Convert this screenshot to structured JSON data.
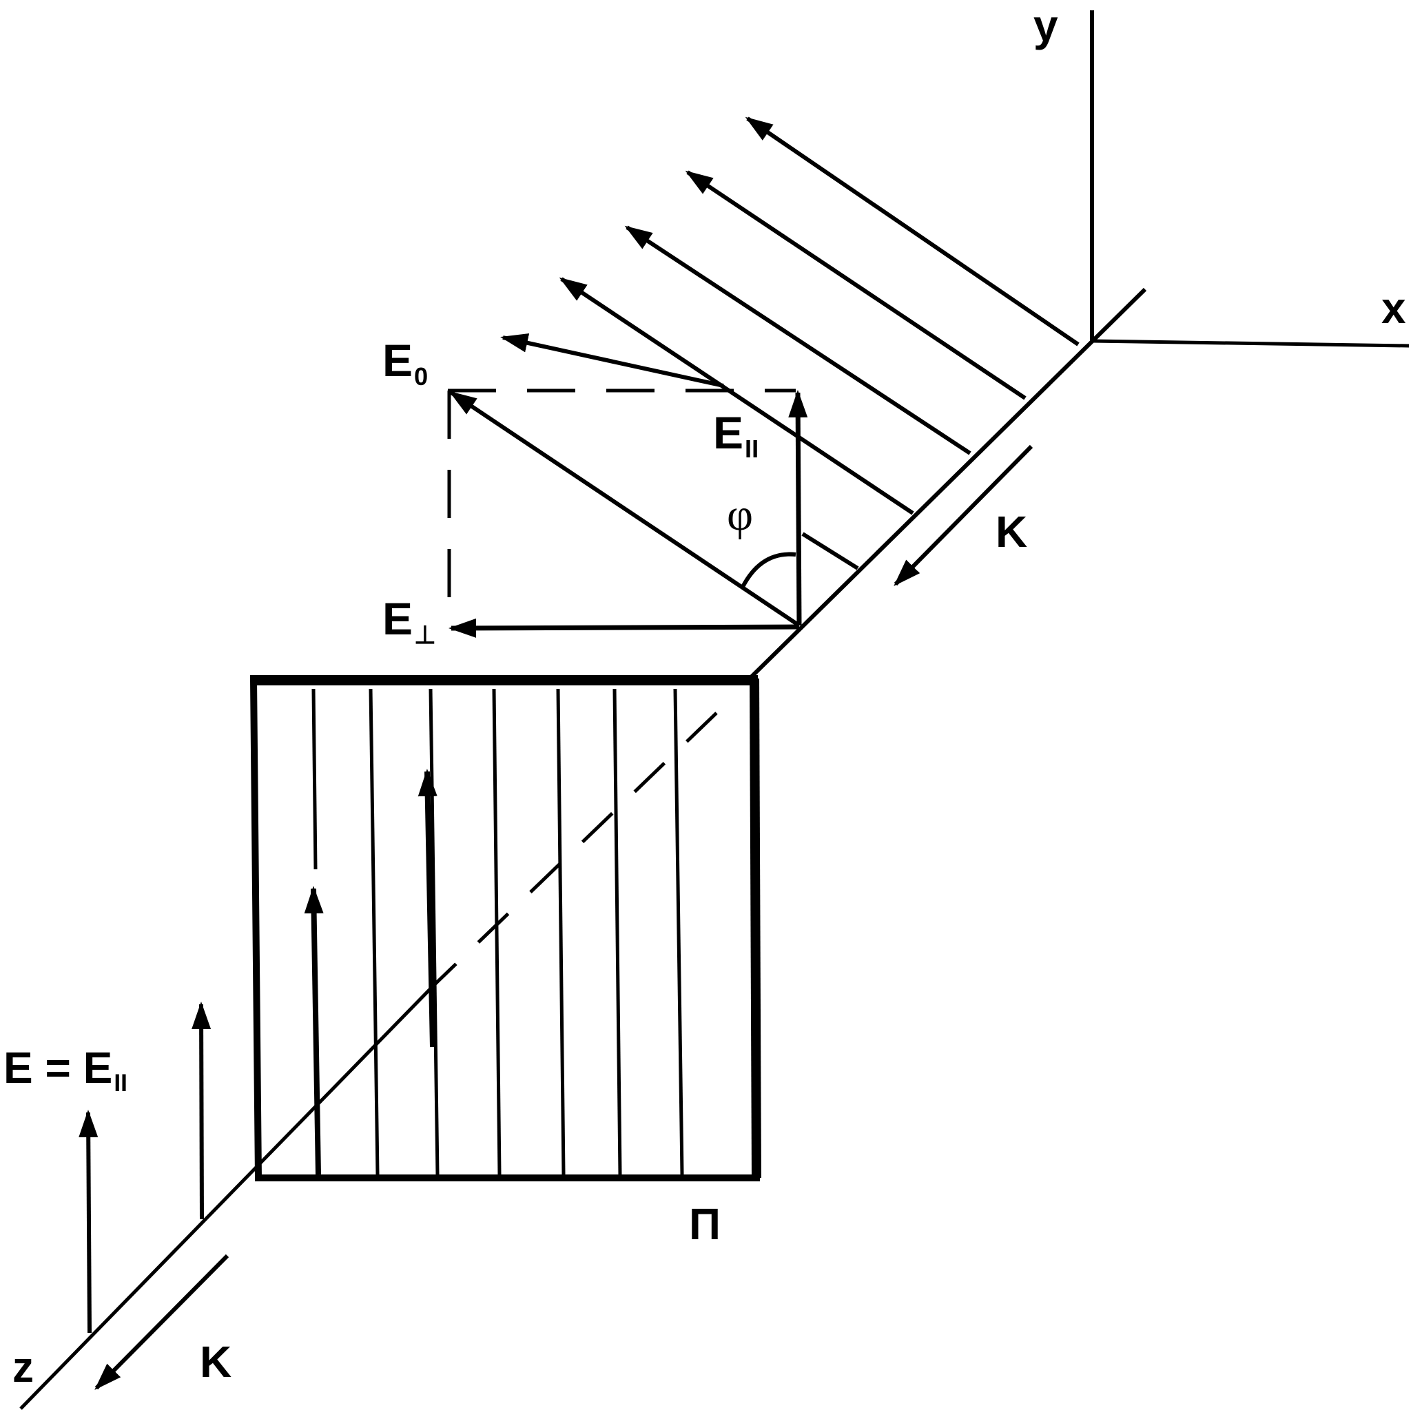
{
  "labels": {
    "axis_x": "x",
    "axis_y": "y",
    "axis_z": "z",
    "e0_main": "E",
    "e0_sub": "0",
    "epar_main": "E",
    "epar_sub": "II",
    "eperp_main": "E",
    "eperp_sub": "⊥",
    "phi": "φ",
    "k_top": "K",
    "k_bottom": "K",
    "polarizer": "П",
    "e_eq_main": "E = E",
    "e_eq_sub": "II"
  },
  "colors": {
    "ink": "#000000",
    "background": "#ffffff"
  }
}
